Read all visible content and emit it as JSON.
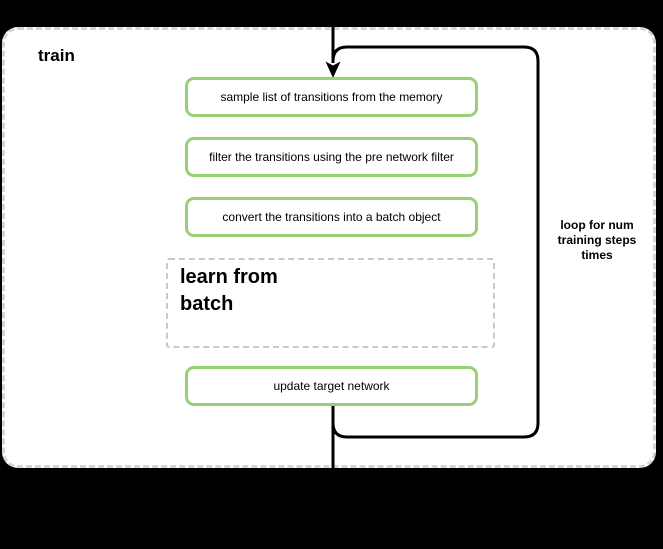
{
  "diagram": {
    "title": "train",
    "steps": [
      {
        "label": "sample list of transitions from the memory"
      },
      {
        "label": "filter the transitions using the pre network filter"
      },
      {
        "label": "convert the transitions into a batch object"
      }
    ],
    "subprocess_label": "learn from\nbatch",
    "final_step_label": "update target network",
    "loop_annotation": "loop for num\ntraining steps\ntimes",
    "colors": {
      "step_border": "#97d077",
      "connector": "#000000",
      "container_border": "#d5d5d5",
      "subprocess_border": "#c9c9c9",
      "background": "#000000"
    }
  }
}
